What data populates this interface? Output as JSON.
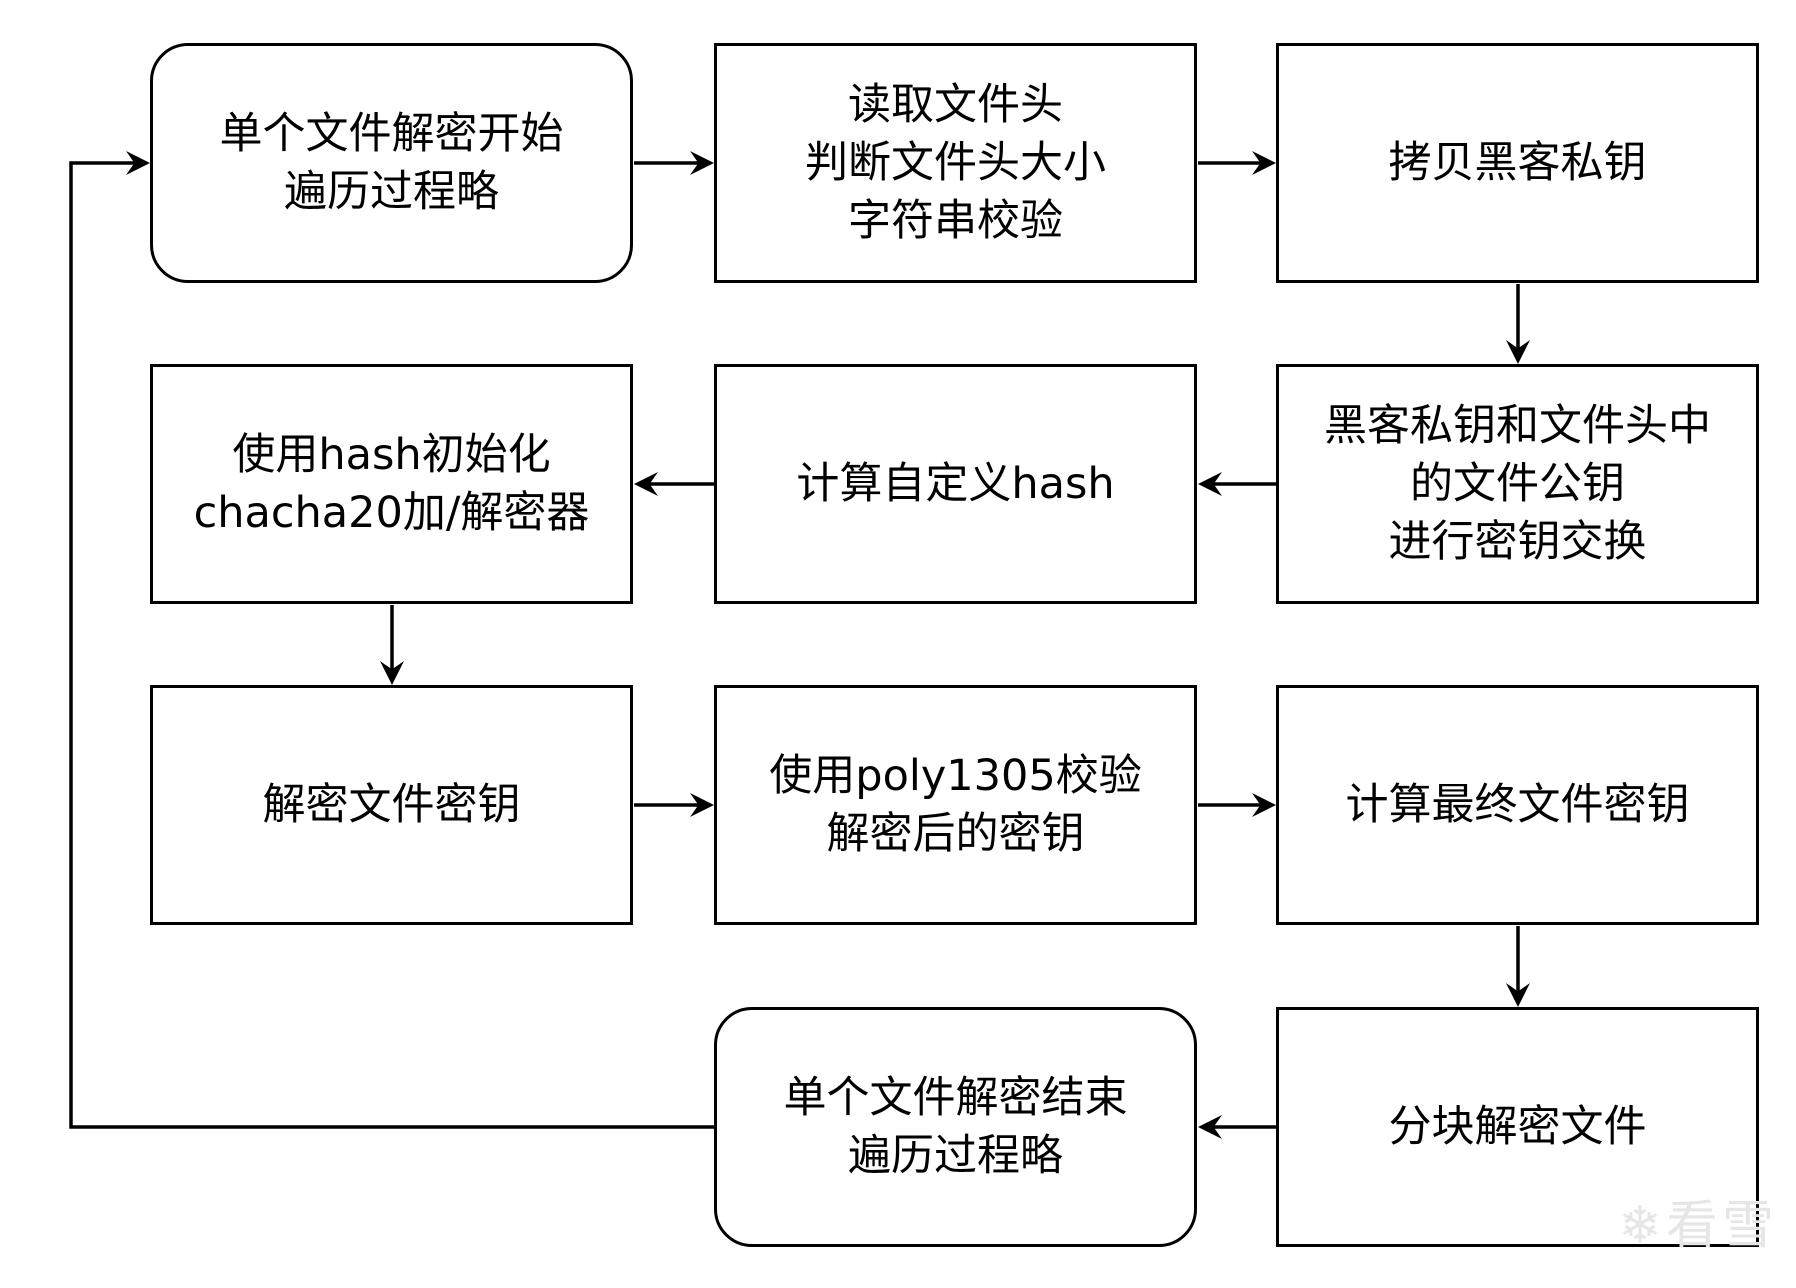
{
  "nodes": [
    {
      "id": "start",
      "text": "单个文件解密开始\n遍历过程略",
      "shape": "rounded"
    },
    {
      "id": "read-header",
      "text": "读取文件头\n判断文件头大小\n字符串校验",
      "shape": "rect"
    },
    {
      "id": "copy-key",
      "text": "拷贝黑客私钥",
      "shape": "rect"
    },
    {
      "id": "key-exchange",
      "text": "黑客私钥和文件头中\n的文件公钥\n进行密钥交换",
      "shape": "rect"
    },
    {
      "id": "custom-hash",
      "text": "计算自定义hash",
      "shape": "rect"
    },
    {
      "id": "init-chacha",
      "text": "使用hash初始化\nchacha20加/解密器",
      "shape": "rect"
    },
    {
      "id": "decrypt-file-key",
      "text": "解密文件密钥",
      "shape": "rect"
    },
    {
      "id": "poly1305",
      "text": "使用poly1305校验\n解密后的密钥",
      "shape": "rect"
    },
    {
      "id": "final-key",
      "text": "计算最终文件密钥",
      "shape": "rect"
    },
    {
      "id": "block-decrypt",
      "text": "分块解密文件",
      "shape": "rect"
    },
    {
      "id": "end",
      "text": "单个文件解密结束\n遍历过程略",
      "shape": "rounded"
    }
  ],
  "watermark": {
    "text": "看雪",
    "icon": "snowflake-icon",
    "color": "#e6e6e6"
  }
}
